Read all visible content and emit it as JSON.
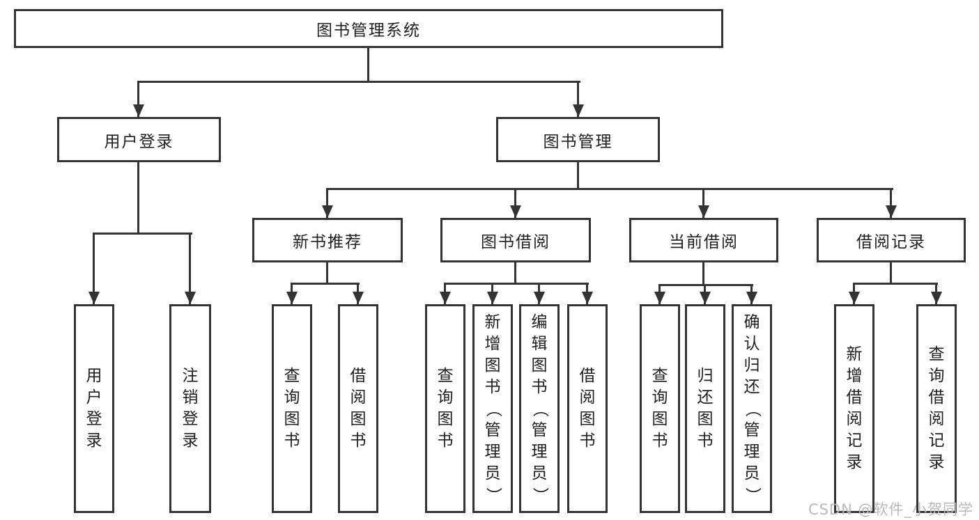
{
  "diagram": {
    "title_node": "图书管理系统",
    "colors": {
      "line": "#333333",
      "text": "#1f1f1f",
      "background": "#ffffff",
      "watermark": "#b9b9b9"
    }
  },
  "tree": {
    "root": {
      "label": "图书管理系统"
    },
    "level2": [
      {
        "label": "用户登录"
      },
      {
        "label": "图书管理"
      }
    ],
    "level3": [
      {
        "label": "新书推荐"
      },
      {
        "label": "图书借阅"
      },
      {
        "label": "当前借阅"
      },
      {
        "label": "借阅记录"
      }
    ],
    "leaves": {
      "user_login": [
        "用户登录",
        "注销登录"
      ],
      "new_book": [
        "查询图书",
        "借阅图书"
      ],
      "book_borrow": [
        "查询图书",
        "新增图书（管理员）",
        "编辑图书（管理员）",
        "借阅图书"
      ],
      "current_borrow": [
        "查询图书",
        "归还图书",
        "确认归还（管理员）"
      ],
      "borrow_record": [
        "新增借阅记录",
        "查询借阅记录"
      ]
    }
  },
  "watermark": "CSDN @软件_小贺同学"
}
